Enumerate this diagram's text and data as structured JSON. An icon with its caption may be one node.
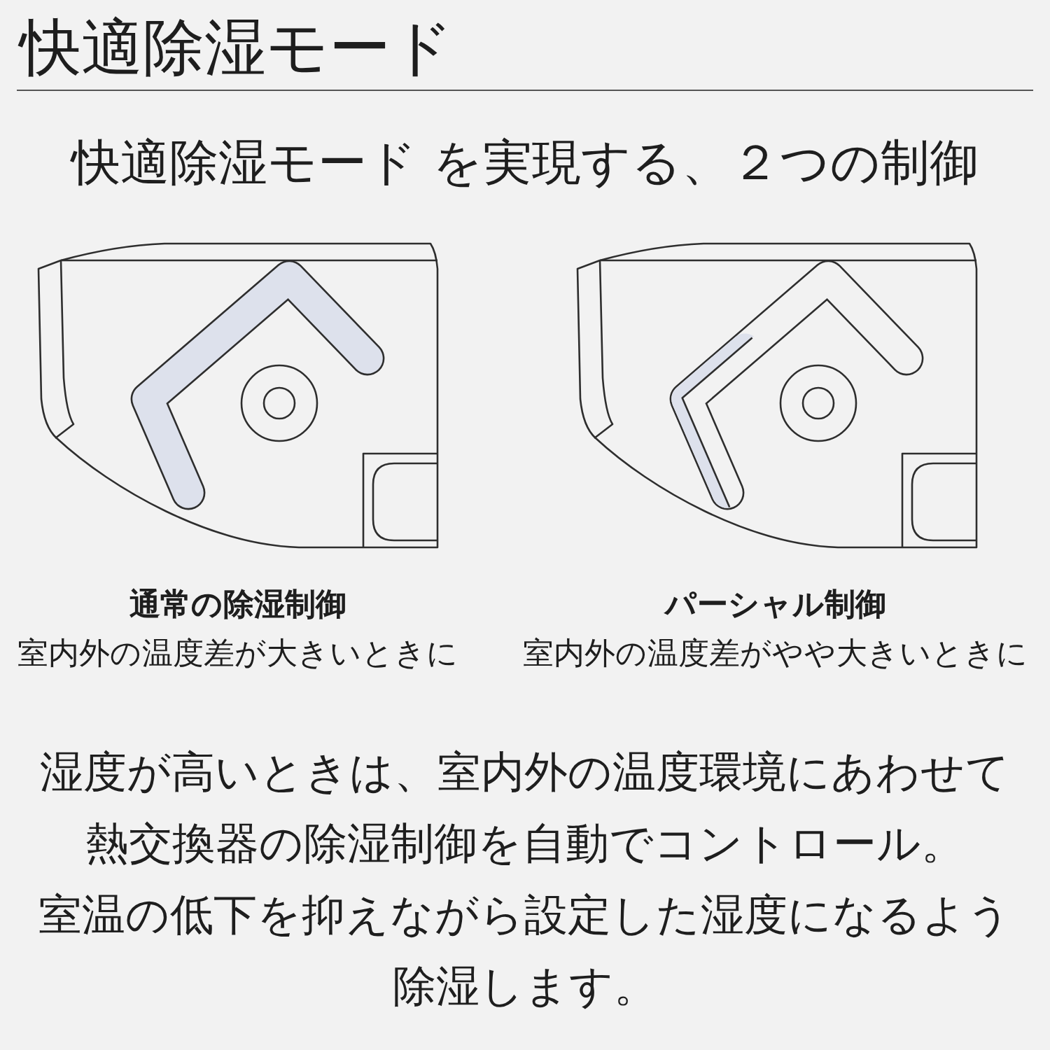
{
  "diagram": {
    "title": "快適除湿モード",
    "labels": [
      "快適除湿モード を実現する、２つの制御",
      "通常の除湿制御",
      "室内外の温度差が大きいときに",
      "パーシャル制御",
      "室内外の温度差がやや大きいときに",
      "湿度が高いときは、室内外の温度環境にあわせて熱交換器の除湿制御を自動でコントロール。",
      "室温の低下を抑えながら設定した湿度になるよう除湿します。"
    ]
  }
}
